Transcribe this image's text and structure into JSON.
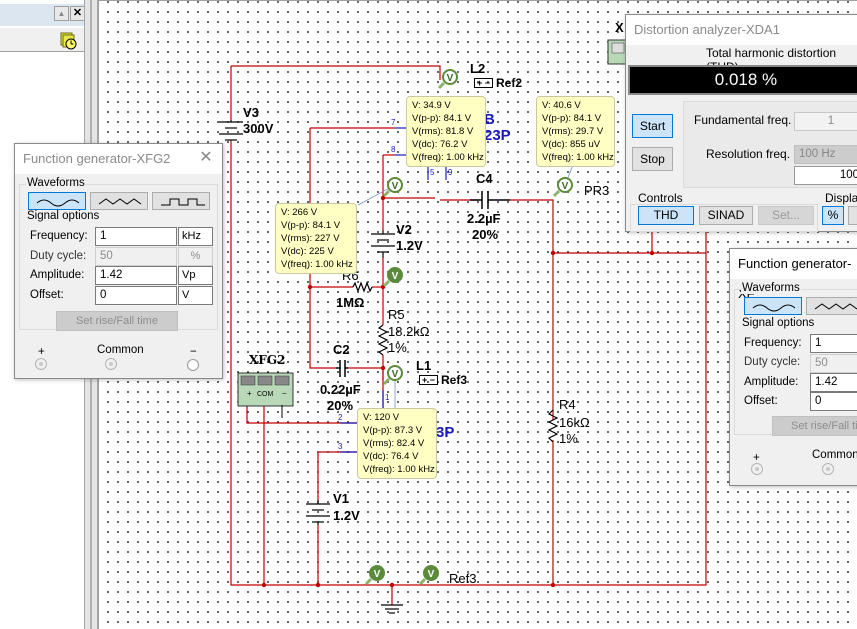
{
  "left_panel": {
    "scroll_up_label": "▲",
    "close_label": "✕"
  },
  "schematic": {
    "components": {
      "V3": {
        "name": "V3",
        "value": "300V"
      },
      "V2": {
        "name": "V2",
        "value": "1.2V"
      },
      "V1": {
        "name": "V1",
        "value": "1.2V"
      },
      "R6": {
        "name": "R6",
        "value": "1MΩ"
      },
      "R5": {
        "name": "R5",
        "value": "18.2kΩ",
        "tolerance": "1%"
      },
      "R4": {
        "name": "R4",
        "value": "16kΩ",
        "tolerance": "1%"
      },
      "C2": {
        "name": "C2",
        "value": "0.22µF",
        "tolerance": "20%"
      },
      "C4": {
        "name": "C4",
        "value": "2.2µF",
        "tolerance": "20%"
      },
      "L1": {
        "name": "L1"
      },
      "L2": {
        "name": "L2"
      },
      "PR3": {
        "name": "PR3"
      },
      "XFG2": {
        "name": "XFG2",
        "com": "COM"
      },
      "XDA1": {
        "name": "X"
      }
    },
    "refs": {
      "ref2": "Ref2",
      "ref3_top": "Ref3",
      "ref3_bottom": "Ref3"
    },
    "partial_labels": {
      "top_b": "B",
      "top_23p": "23P",
      "bottom_3p": "3P"
    },
    "pins": [
      "7",
      "8",
      "5",
      "9",
      "1",
      "2",
      "3"
    ],
    "probes": [
      {
        "V": "V: 34.9 V",
        "Vpp": "V(p-p): 84.1 V",
        "Vrms": "V(rms): 81.8 V",
        "Vdc": "V(dc): 76.2 V",
        "Vfreq": "V(freq): 1.00 kHz"
      },
      {
        "V": "V: 40.6 V",
        "Vpp": "V(p-p): 84.1 V",
        "Vrms": "V(rms): 29.7 V",
        "Vdc": "V(dc): 855 uV",
        "Vfreq": "V(freq): 1.00 kHz"
      },
      {
        "V": "V: 266 V",
        "Vpp": "V(p-p): 84.1 V",
        "Vrms": "V(rms): 227 V",
        "Vdc": "V(dc): 225 V",
        "Vfreq": "V(freq): 1.00 kHz"
      },
      {
        "V": "V: 120 V",
        "Vpp": "V(p-p): 87.3 V",
        "Vrms": "V(rms): 82.4 V",
        "Vdc": "V(dc): 76.4 V",
        "Vfreq": "V(freq): 1.00 kHz"
      }
    ],
    "wire_color": "#c00000",
    "pin_wire_color": "#1a1ab8"
  },
  "fg_left": {
    "title": "Function generator-XFG2",
    "close": "✕",
    "waveforms_label": "Waveforms",
    "signal_options_label": "Signal options",
    "frequency_label": "Frequency:",
    "frequency_value": "1",
    "frequency_unit": "kHz",
    "duty_label": "Duty cycle:",
    "duty_value": "50",
    "duty_unit": "%",
    "amplitude_label": "Amplitude:",
    "amplitude_value": "1.42",
    "amplitude_unit": "Vp",
    "offset_label": "Offset:",
    "offset_value": "0",
    "offset_unit": "V",
    "rise_fall_button": "Set rise/Fall time",
    "plus_label": "+",
    "common_label": "Common",
    "minus_label": "−"
  },
  "fg_right": {
    "title": "Function generator-XF",
    "waveforms_label": "Waveforms",
    "signal_options_label": "Signal options",
    "frequency_label": "Frequency:",
    "frequency_value": "1",
    "duty_label": "Duty cycle:",
    "duty_value": "50",
    "amplitude_label": "Amplitude:",
    "amplitude_value": "1.42",
    "offset_label": "Offset:",
    "offset_value": "0",
    "rise_fall_button": "Set rise/Fall ti",
    "plus_label": "+",
    "common_label": "Common"
  },
  "distortion_analyzer": {
    "title": "Distortion analyzer-XDA1",
    "thd_header": "Total harmonic distortion (THD)",
    "reading": "0.018 %",
    "start_button": "Start",
    "stop_button": "Stop",
    "fundamental_label": "Fundamental freq.",
    "fundamental_value": "1",
    "resolution_label": "Resolution freq.",
    "resolution_value": "100 Hz",
    "resolution_points": "100",
    "controls_label": "Controls",
    "thd_button": "THD",
    "sinad_button": "SINAD",
    "set_button": "Set...",
    "display_label": "Display",
    "percent_button": "%"
  }
}
